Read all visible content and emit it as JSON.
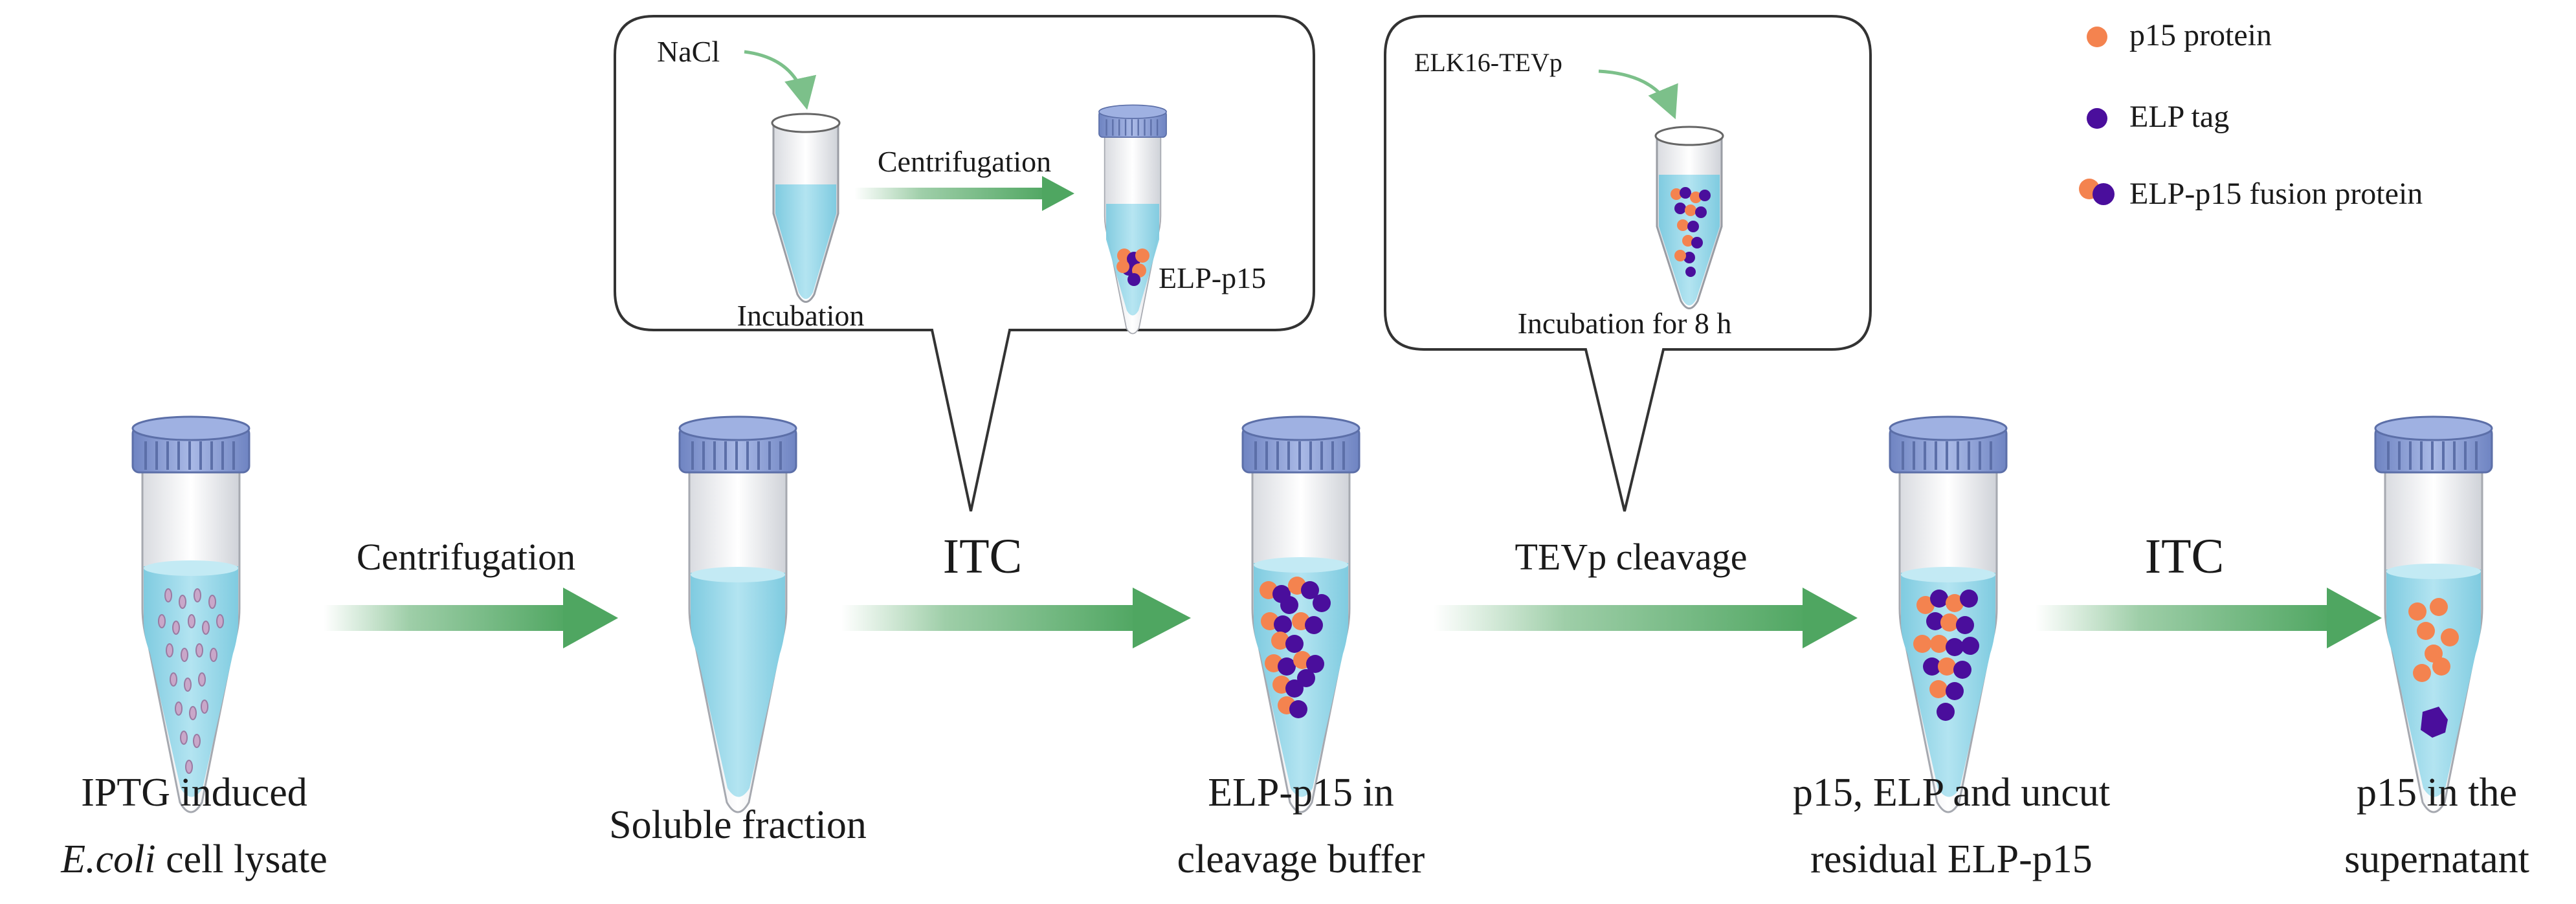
{
  "colors": {
    "p15": "#F4834F",
    "elp": "#4A0E9C",
    "arrow": "#4FA661",
    "liquid": "#8FD3E6",
    "cap": "#8FA4D6",
    "cap_dark": "#5C6FA8"
  },
  "steps": [
    {
      "line1": "IPTG induced",
      "line2_italic": "E.coli",
      "line2_rest": " cell lysate"
    },
    {
      "line1": "Soluble fraction"
    },
    {
      "line1": "ELP-p15 in",
      "line2": "cleavage buffer"
    },
    {
      "line1": "p15, ELP and uncut",
      "line2": "residual ELP-p15"
    },
    {
      "line1": "p15 in the",
      "line2": "supernatant"
    }
  ],
  "arrows": [
    {
      "label": "Centrifugation"
    },
    {
      "label": "ITC"
    },
    {
      "label": "TEVp cleavage"
    },
    {
      "label": "ITC"
    }
  ],
  "callout1": {
    "reagent": "NaCl",
    "arrow_label": "Centrifugation",
    "tube1_label": "Incubation",
    "tube2_label": "ELP-p15"
  },
  "callout2": {
    "reagent": "ELK16-TEVp",
    "tube_label": "Incubation for 8 h"
  },
  "legend": [
    {
      "key": "p15",
      "label": "p15 protein"
    },
    {
      "key": "elp",
      "label": "ELP tag"
    },
    {
      "key": "fusion",
      "label": "ELP-p15 fusion protein"
    }
  ]
}
